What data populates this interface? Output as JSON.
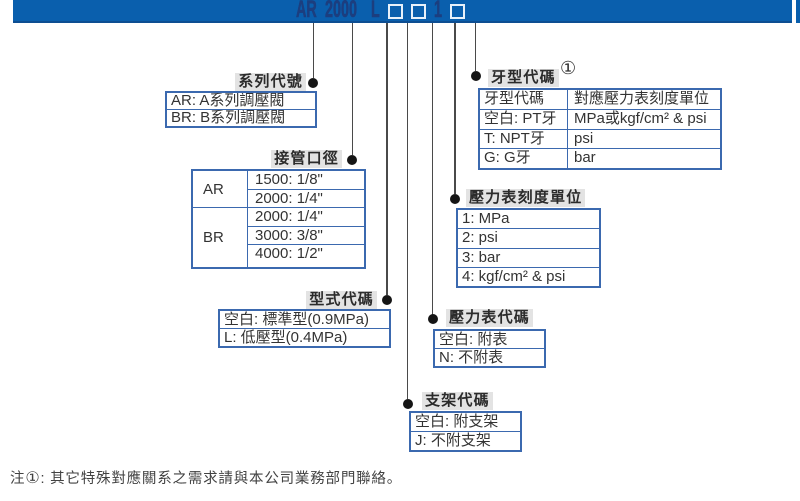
{
  "model_code": {
    "series": "AR",
    "size": "2000",
    "type": "L",
    "unit": "1"
  },
  "sections": {
    "series": {
      "label": "系列代號",
      "rows": [
        "AR: A系列調壓閥",
        "BR: B系列調壓閥"
      ]
    },
    "port": {
      "label": "接管口徑",
      "groups": [
        {
          "code": "AR",
          "options": [
            "1500: 1/8\"",
            "2000: 1/4\""
          ]
        },
        {
          "code": "BR",
          "options": [
            "2000: 1/4\"",
            "3000: 3/8\"",
            "4000: 1/2\""
          ]
        }
      ]
    },
    "type": {
      "label": "型式代碼",
      "rows": [
        "空白: 標準型(0.9MPa)",
        "L: 低壓型(0.4MPa)"
      ]
    },
    "bracket": {
      "label": "支架代碼",
      "rows": [
        "空白: 附支架",
        "J: 不附支架"
      ]
    },
    "gauge": {
      "label": "壓力表代碼",
      "rows": [
        "空白: 附表",
        "N: 不附表"
      ]
    },
    "unit": {
      "label": "壓力表刻度單位",
      "rows": [
        "1: MPa",
        "2: psi",
        "3: bar",
        "4: kgf/cm² & psi"
      ]
    },
    "thread": {
      "label": "牙型代碼",
      "note_ref": "①",
      "columns": [
        "牙型代碼",
        "對應壓力表刻度單位"
      ],
      "rows": [
        [
          "空白: PT牙",
          "MPa或kgf/cm² & psi"
        ],
        [
          "T: NPT牙",
          "psi"
        ],
        [
          "G: G牙",
          "bar"
        ]
      ]
    }
  },
  "footnote": {
    "prefix": "注",
    "ref": "①",
    "text": ": 其它特殊對應關系之需求請與本公司業務部門聯絡。"
  },
  "colors": {
    "bar_blue": "#0a5fad",
    "bar_edge": "#0d4e92",
    "table_border": "#3b69af",
    "label_bg": "#e3e3e3",
    "model_text": "#1c3e7f",
    "line": "#4a4a4a",
    "dot": "#151515",
    "text": "#333333"
  }
}
